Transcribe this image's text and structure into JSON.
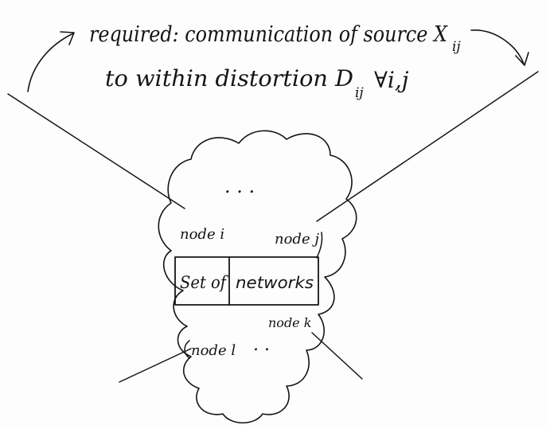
{
  "annotation": {
    "line1": "required: communication of source X",
    "line1_subscript": "ij",
    "line2": "to within distortion D",
    "line2_subscript": "ij",
    "line2_suffix": "∀i,j"
  },
  "cloud": {
    "dots_top": ". . .",
    "dots_bottom": ". ."
  },
  "nodes": {
    "node_i": "node i",
    "node_j": "node j",
    "node_k": "node k",
    "node_l": "node l"
  },
  "box": {
    "left_label": "Set of",
    "right_label": "networks"
  },
  "colors": {
    "ink": "#141414",
    "paper": "#fdfdfd"
  }
}
